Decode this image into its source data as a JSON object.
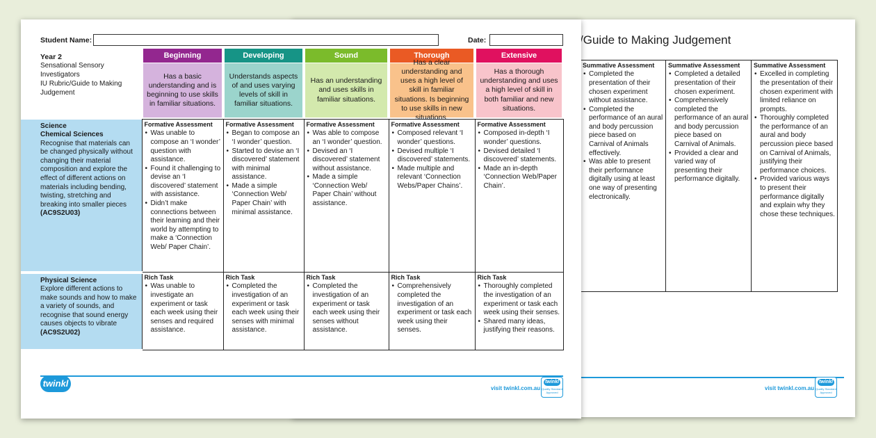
{
  "back_page": {
    "title": "/Guide to Making Judgement",
    "columns": [
      {
        "heading": "Summative Assessment",
        "items": [
          "Completed the presentation of their chosen experiment without assistance.",
          "Completed the performance of an aural and body percussion piece based on Carnival of Animals effectively.",
          "Was able to present their performance digitally using at least one way of presenting electronically."
        ]
      },
      {
        "heading": "Summative Assessment",
        "items": [
          "Completed a detailed presentation of their chosen experiment.",
          "Comprehensively completed the performance of an aural and body percussion piece based on Carnival of Animals.",
          "Provided a clear and varied way of presenting their performance digitally."
        ]
      },
      {
        "heading": "Summative Assessment",
        "items": [
          "Excelled in completing the presentation of their chosen experiment with limited reliance on prompts.",
          "Thoroughly completed the performance of an aural and body percussion piece based on Carnival of Animals, justifying their performance choices.",
          "Provided various ways to present their performance digitally and explain why they chose these techniques."
        ]
      }
    ],
    "footer": {
      "visit": "visit twinkl.com.au"
    }
  },
  "front_page": {
    "student_name_label": "Student Name:",
    "date_label": "Date:",
    "info": {
      "year": "Year 2",
      "lines": [
        "Sensational Sensory Investigators",
        "IU Rubric/Guide to Making Judgement"
      ]
    },
    "levels": [
      {
        "name": "Beginning",
        "head_color": "#93278f",
        "desc_color": "#d5b3dd",
        "desc": "Has a basic understanding and is beginning to use skills in familiar situations."
      },
      {
        "name": "Developing",
        "head_color": "#169486",
        "desc_color": "#9bd4cc",
        "desc": "Understands aspects of and uses varying levels of skill in familiar situations."
      },
      {
        "name": "Sound",
        "head_color": "#7bbb2b",
        "desc_color": "#d3e9ad",
        "desc": "Has an understanding and uses skills in familiar situations."
      },
      {
        "name": "Thorough",
        "head_color": "#ea5a24",
        "desc_color": "#f9c28b",
        "desc": "Has a clear understanding and uses a high level of skill in familiar situations. Is beginning to use skills in new situations."
      },
      {
        "name": "Extensive",
        "head_color": "#e0115f",
        "desc_color": "#f8c4cb",
        "desc": "Has a thorough understanding and uses a high level of skill in both familiar and new situations."
      }
    ],
    "rows": [
      {
        "subject": "Science",
        "strand": "Chemical Sciences",
        "text": "Recognise that materials can be changed physically without changing their material composition and explore the effect of different actions on materials including bending, twisting, stretching and breaking into smaller pieces",
        "code": "(AC9S2U03)",
        "cell_heading": "Formative Assessment",
        "cells": [
          [
            "Was unable to compose an ‘I wonder’ question with assistance.",
            "Found it challenging to devise an ‘I discovered’ statement with assistance.",
            "Didn’t make connections between their learning and their world by attempting to make a ‘Connection Web/ Paper Chain’."
          ],
          [
            "Began to compose an ‘I wonder’ question.",
            "Started to devise an ‘I discovered’ statement with minimal assistance.",
            "Made a simple ‘Connection Web/ Paper Chain’ with minimal assistance."
          ],
          [
            "Was able to compose an ‘I wonder’ question.",
            "Devised an ‘I discovered’ statement without assistance.",
            "Made a simple ‘Connection Web/ Paper Chain’ without assistance."
          ],
          [
            "Composed relevant ‘I wonder’ questions.",
            "Devised multiple ‘I discovered’ statements.",
            "Made multiple and relevant ‘Connection Webs/Paper Chains’."
          ],
          [
            "Composed in-depth ‘I wonder’ questions.",
            "Devised detailed ‘I discovered’ statements.",
            "Made an in-depth ‘Connection Web/Paper Chain’."
          ]
        ]
      },
      {
        "subject": "Physical Science",
        "strand": "",
        "text": "Explore different actions to make sounds and how to make a variety of sounds, and recognise that sound energy causes objects to vibrate",
        "code": "(AC9S2U02)",
        "cell_heading": "Rich Task",
        "cells": [
          [
            "Was unable to investigate an experiment or task each week using their senses and required assistance."
          ],
          [
            "Completed the investigation of an experiment or task each week using their senses with minimal assistance."
          ],
          [
            "Completed the investigation of an experiment or task each week using their senses without assistance."
          ],
          [
            "Comprehensively completed the investigation of an experiment or task each week using their senses."
          ],
          [
            "Thoroughly completed the investigation of an experiment or task each week using their senses.",
            "Shared many ideas, justifying their reasons."
          ]
        ]
      }
    ],
    "footer": {
      "logo": "twinkl",
      "visit": "visit twinkl.com.au",
      "badge": "twinkl",
      "badge_sub": "Quality Standard Approved"
    }
  }
}
